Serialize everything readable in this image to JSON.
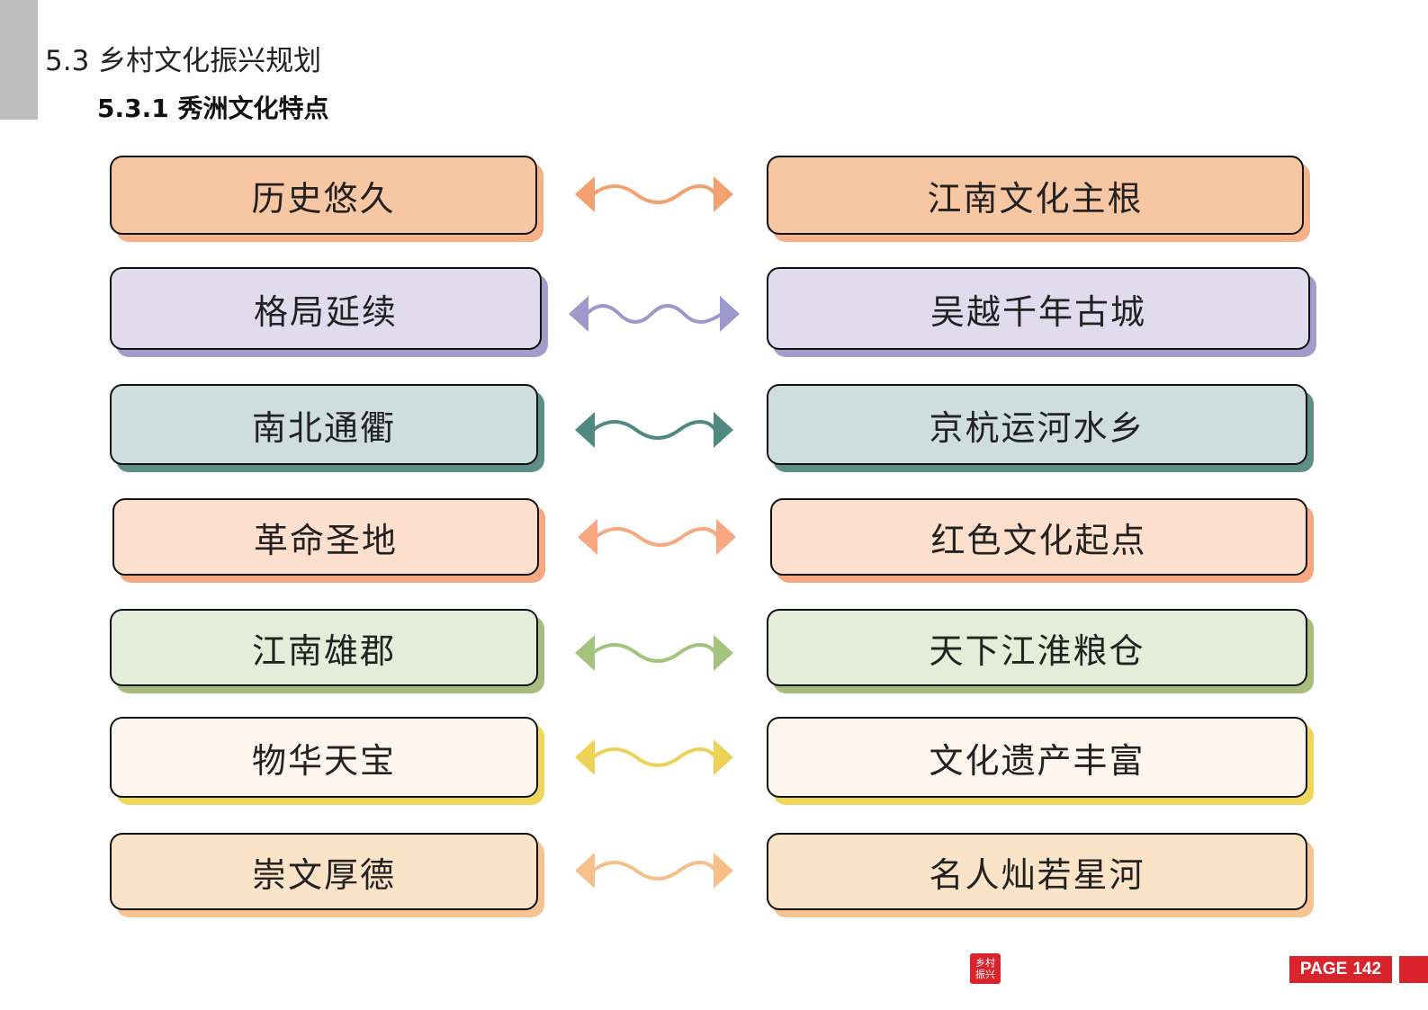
{
  "header": {
    "section_title": "5.3 乡村文化振兴规划",
    "subsection_title": "5.3.1 秀洲文化特点"
  },
  "rows": [
    {
      "left": "历史悠久",
      "right": "江南文化主根",
      "accent": "#f5a070"
    },
    {
      "left": "格局延续",
      "right": "吴越千年古城",
      "accent": "#9e98cb"
    },
    {
      "left": "南北通衢",
      "right": "京杭运河水乡",
      "accent": "#4f8a82"
    },
    {
      "left": "革命圣地",
      "right": "红色文化起点",
      "accent": "#f7a880"
    },
    {
      "left": "江南雄郡",
      "right": "天下江淮粮仓",
      "accent": "#a4c47e"
    },
    {
      "left": "物华天宝",
      "right": "文化遗产丰富",
      "accent": "#ecd358"
    },
    {
      "left": "崇文厚德",
      "right": "名人灿若星河",
      "accent": "#f7c08a"
    }
  ],
  "footer": {
    "logo_text": "乡村振兴",
    "page_label": "PAGE",
    "page_number": "142"
  },
  "icons": [
    "double-arrow-icon",
    "logo-icon"
  ],
  "colors": {
    "brand_red": "#d9232d"
  }
}
